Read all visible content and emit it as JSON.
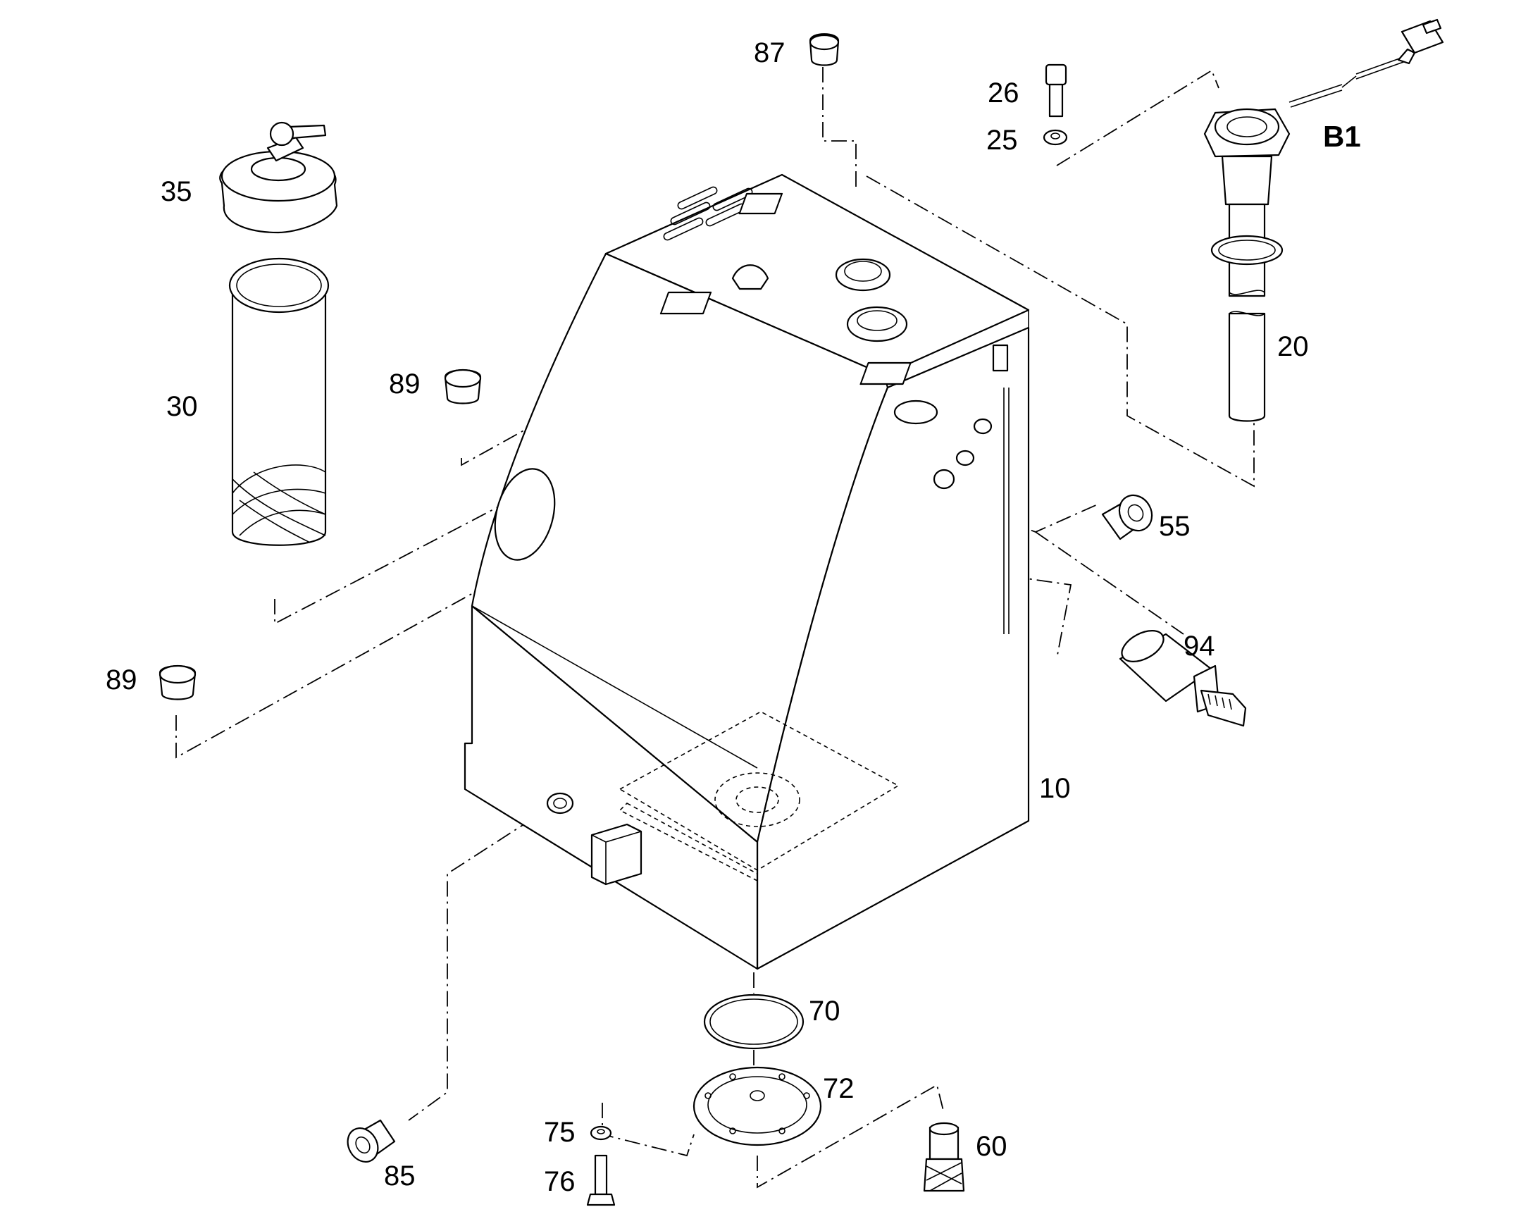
{
  "callouts": {
    "c87": "87",
    "c26": "26",
    "c25": "25",
    "cB1": "B1",
    "c35": "35",
    "c30": "30",
    "c89a": "89",
    "c89b": "89",
    "c20": "20",
    "c55": "55",
    "c94": "94",
    "c10": "10",
    "c70": "70",
    "c72": "72",
    "c75": "75",
    "c76": "76",
    "c60": "60",
    "c85": "85"
  }
}
